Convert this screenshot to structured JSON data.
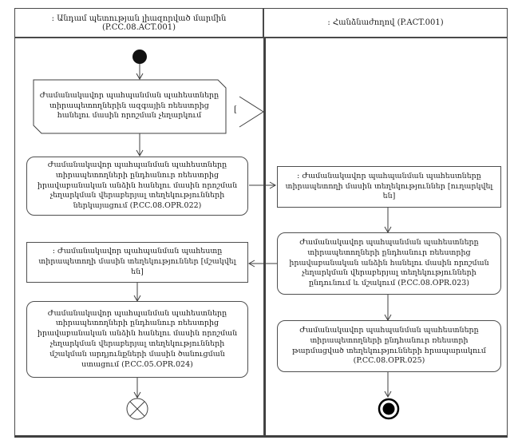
{
  "diagram": {
    "lanes": [
      {
        "title": ": Անդամ պետության լիազորված մարմին  (P.CC.08.ACT.001)"
      },
      {
        "title": ": Հանձնաժողով (P.ACT.001)"
      }
    ],
    "nodes": {
      "signal_cancel": "Ժամանակավոր պահպանման պահեստները տիրապետողներին ազգային ռեեստրից հանելու մասին որոշման չեղարկում",
      "action_022": "Ժամանակավոր պահպանման պահեստները տիրապետողների ընդհանուր ռեեստրից իրավաբանական անձին հանելու մասին որոշման չեղարկման վերաբերյալ տեղեկությունների ներկայացում (P.CC.08.OPR.022)",
      "object_sent": ": Ժամանակավոր պահպանման պահեստները տիրապետողի մասին տեղեկություններ [ուղարկվել են]",
      "action_023": "Ժամանակավոր պահպանման պահեստները տիրապետողների ընդհանուր ռեեստրից իրավաբանական անձին հանելու մասին որոշման չեղարկման վերաբերյալ տեղեկությունների ընդունում և մշակում (P.CC.08.OPR.023)",
      "object_processed": ": Ժամանակավոր պահպանման պահեստը տիրապետողի մասին տեղեկություններ [մշակվել են]",
      "action_024": "Ժամանակավոր պահպանման պահեստները տիրապետողների ընդհանուր ռեեստրից իրավաբանական անձին հանելու մասին որոշման չեղարկման վերաբերյալ տեղեկությունների մշակման արդյունքների մասին ծանուցման ստացում (P.CC.05.OPR.024)",
      "action_025": "Ժամանակավոր պահպանման պահեստները տիրապետողների ընդհանուր ռեեստրի թարմացված տեղեկությունների հրապարակում (P.CC.08.OPR.025)",
      "connector_label": "["
    },
    "colors": {
      "line": "#3f3f3f",
      "lane_divider": "#3f3f3f",
      "background": "#ffffff"
    }
  }
}
